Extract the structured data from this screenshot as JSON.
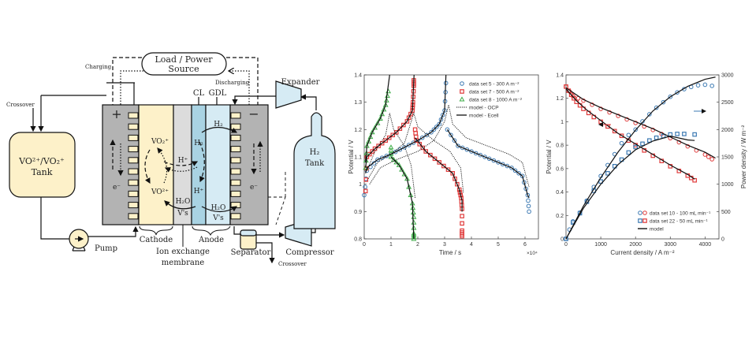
{
  "diagram": {
    "load": [
      "Load / Power",
      "Source"
    ],
    "charging": "Charging",
    "discharging": "Discharging",
    "crossover_left": "Crossover",
    "crossover_bottom": "Crossover",
    "tank": [
      "VO²⁺/VO₂⁺",
      "Tank"
    ],
    "plus": "+",
    "minus": "−",
    "electron": "e⁻",
    "vo2plus": "VO₂⁺",
    "vo2p": "VO²⁺",
    "hplus": "H⁺",
    "h2": "H₂",
    "h2o": "H₂O",
    "vs": "V's",
    "cl": "CL",
    "gdl": "GDL",
    "cathode": "Cathode",
    "anode": "Anode",
    "membrane": [
      "Ion exchange",
      "membrane"
    ],
    "pump": "Pump",
    "separator": "Separator",
    "compressor": "Compressor",
    "expander": "Expander",
    "h2_tank": [
      "H₂",
      "Tank"
    ]
  },
  "colors": {
    "blue": "#3d7ab3",
    "red": "#e03a3a",
    "green": "#3fae49",
    "yellow": "#fdf1c9",
    "lightblue": "#d6ebf4",
    "cl": "#a9d3e3",
    "gray": "#b3b3b3",
    "membrane": "#dcdcdc"
  },
  "chart_data": [
    {
      "type": "line",
      "xlabel": "Time / s",
      "ylabel": "Potential / V",
      "x_multiplier": "×10⁴",
      "xlim": [
        0,
        6.5
      ],
      "ylim": [
        0.8,
        1.4
      ],
      "xticks": [
        0,
        1,
        2,
        3,
        4,
        5,
        6
      ],
      "yticks": [
        0.8,
        0.9,
        1,
        1.1,
        1.2,
        1.3,
        1.4
      ],
      "ytick_labels": [
        "0.8",
        "0.9",
        "1",
        "1.1",
        "1.2",
        "1.3",
        "1.4"
      ],
      "legend_position": "top-right",
      "legend": [
        "data set 5 - 300 A m⁻²",
        "data set 7 - 500 A m⁻²",
        "data set 8 - 1000 A m⁻²",
        "model - OCP",
        "model - Ecell"
      ],
      "series": [
        {
          "name": "data set 5 - 300 A m⁻²",
          "marker": "circle",
          "color": "#3d7ab3",
          "charge": [
            [
              0.0,
              0.96
            ],
            [
              0.1,
              1.05
            ],
            [
              0.5,
              1.09
            ],
            [
              1,
              1.11
            ],
            [
              1.5,
              1.135
            ],
            [
              2,
              1.16
            ],
            [
              2.5,
              1.19
            ],
            [
              2.8,
              1.22
            ],
            [
              3,
              1.27
            ],
            [
              3.05,
              1.37
            ]
          ],
          "discharge": [
            [
              3.1,
              1.2
            ],
            [
              3.5,
              1.14
            ],
            [
              4,
              1.12
            ],
            [
              4.5,
              1.1
            ],
            [
              5,
              1.08
            ],
            [
              5.5,
              1.06
            ],
            [
              5.9,
              1.03
            ],
            [
              6.1,
              0.96
            ],
            [
              6.15,
              0.9
            ]
          ]
        },
        {
          "name": "data set 7 - 500 A m⁻²",
          "marker": "square",
          "color": "#e03a3a",
          "charge": [
            [
              0.05,
              0.975
            ],
            [
              0.1,
              1.1
            ],
            [
              0.4,
              1.13
            ],
            [
              0.8,
              1.16
            ],
            [
              1.2,
              1.19
            ],
            [
              1.6,
              1.23
            ],
            [
              1.8,
              1.27
            ],
            [
              1.82,
              1.3
            ],
            [
              1.85,
              1.36
            ],
            [
              1.85,
              1.38
            ]
          ],
          "discharge": [
            [
              1.9,
              1.2
            ],
            [
              1.95,
              1.16
            ],
            [
              2.3,
              1.12
            ],
            [
              2.8,
              1.08
            ],
            [
              3.3,
              1.04
            ],
            [
              3.55,
              0.98
            ],
            [
              3.62,
              0.95
            ],
            [
              3.65,
              0.91
            ],
            [
              3.65,
              0.83
            ],
            [
              3.65,
              0.81
            ]
          ]
        },
        {
          "name": "data set 8 - 1000 A m⁻²",
          "marker": "triangle",
          "color": "#3fae49",
          "charge": [
            [
              0.05,
              1.06
            ],
            [
              0.1,
              1.14
            ],
            [
              0.3,
              1.19
            ],
            [
              0.6,
              1.24
            ],
            [
              0.8,
              1.29
            ],
            [
              0.9,
              1.34
            ]
          ],
          "discharge": [
            [
              1.0,
              1.135
            ],
            [
              1.0,
              1.1
            ],
            [
              1.3,
              1.07
            ],
            [
              1.6,
              1.02
            ],
            [
              1.8,
              0.93
            ],
            [
              1.85,
              0.88
            ],
            [
              1.85,
              0.82
            ],
            [
              1.85,
              0.8
            ]
          ]
        }
      ],
      "model_ecell": [
        [
          [
            0.05,
            1.04
          ],
          [
            0.1,
            1.06
          ],
          [
            0.5,
            1.09
          ],
          [
            1,
            1.11
          ],
          [
            1.5,
            1.135
          ],
          [
            2,
            1.16
          ],
          [
            2.5,
            1.19
          ],
          [
            2.8,
            1.22
          ],
          [
            3,
            1.27
          ],
          [
            3.05,
            1.4
          ]
        ],
        [
          [
            3.1,
            1.2
          ],
          [
            3.5,
            1.14
          ],
          [
            4,
            1.12
          ],
          [
            4.5,
            1.1
          ],
          [
            5,
            1.08
          ],
          [
            5.5,
            1.06
          ],
          [
            5.9,
            1.03
          ],
          [
            6.1,
            0.96
          ],
          [
            6.15,
            0.95
          ]
        ],
        [
          [
            0.05,
            1.06
          ],
          [
            0.1,
            1.1
          ],
          [
            0.4,
            1.13
          ],
          [
            0.8,
            1.16
          ],
          [
            1.2,
            1.19
          ],
          [
            1.6,
            1.23
          ],
          [
            1.8,
            1.27
          ],
          [
            1.86,
            1.4
          ]
        ],
        [
          [
            1.9,
            1.17
          ],
          [
            2.3,
            1.12
          ],
          [
            2.8,
            1.08
          ],
          [
            3.3,
            1.04
          ],
          [
            3.55,
            0.98
          ],
          [
            3.65,
            0.94
          ],
          [
            3.65,
            0.9
          ]
        ],
        [
          [
            0.05,
            1.08
          ],
          [
            0.1,
            1.14
          ],
          [
            0.3,
            1.19
          ],
          [
            0.6,
            1.24
          ],
          [
            0.8,
            1.29
          ],
          [
            0.95,
            1.4
          ]
        ],
        [
          [
            1.0,
            1.1
          ],
          [
            1.3,
            1.07
          ],
          [
            1.6,
            1.02
          ],
          [
            1.8,
            0.93
          ],
          [
            1.85,
            0.8
          ]
        ]
      ],
      "model_ocp": [
        [
          [
            0.2,
            1.0
          ],
          [
            0.6,
            1.06
          ],
          [
            1.2,
            1.09
          ],
          [
            2,
            1.12
          ],
          [
            2.6,
            1.16
          ],
          [
            3.0,
            1.23
          ],
          [
            3.15,
            1.29
          ],
          [
            3.3,
            1.22
          ],
          [
            3.8,
            1.17
          ],
          [
            4.6,
            1.14
          ],
          [
            5.4,
            1.11
          ],
          [
            5.9,
            1.08
          ],
          [
            6.15,
            0.99
          ]
        ],
        [
          [
            0.15,
            1.02
          ],
          [
            0.5,
            1.08
          ],
          [
            1.0,
            1.11
          ],
          [
            1.5,
            1.15
          ],
          [
            1.85,
            1.26
          ],
          [
            2.0,
            1.21
          ],
          [
            2.6,
            1.16
          ],
          [
            3.2,
            1.12
          ],
          [
            3.6,
            1.06
          ],
          [
            3.7,
            0.97
          ]
        ],
        [
          [
            0.1,
            1.05
          ],
          [
            0.4,
            1.12
          ],
          [
            0.8,
            1.18
          ],
          [
            0.95,
            1.26
          ],
          [
            1.1,
            1.2
          ],
          [
            1.5,
            1.14
          ],
          [
            1.75,
            1.07
          ],
          [
            1.9,
            0.95
          ]
        ]
      ]
    },
    {
      "type": "scatter",
      "xlabel": "Current density / A m⁻²",
      "ylabel": "Potential / V",
      "ylabel_right": "Power density / W m⁻²",
      "xlim": [
        0,
        4400
      ],
      "ylim": [
        0,
        1.4
      ],
      "ylim_right": [
        0,
        3000
      ],
      "xticks": [
        0,
        1000,
        2000,
        3000,
        4000
      ],
      "yticks": [
        0,
        0.2,
        0.4,
        0.6,
        0.8,
        1,
        1.2,
        1.4
      ],
      "ytick_labels": [
        "0",
        "0.2",
        "0.4",
        "0.6",
        "0.8",
        "1",
        "1.2",
        "1.4"
      ],
      "yticks_right": [
        0,
        500,
        1000,
        1500,
        2000,
        2500,
        3000
      ],
      "legend_position": "bottom-right",
      "legend": [
        "data set 10 - 100 mL min⁻¹",
        "data set 22 - 50 mL min⁻¹",
        "model"
      ],
      "potential": {
        "set10": [
          [
            0,
            1.3
          ],
          [
            200,
            1.22
          ],
          [
            500,
            1.18
          ],
          [
            1000,
            1.11
          ],
          [
            1500,
            1.05
          ],
          [
            2000,
            0.99
          ],
          [
            2500,
            0.93
          ],
          [
            3000,
            0.86
          ],
          [
            3500,
            0.79
          ],
          [
            4000,
            0.72
          ],
          [
            4200,
            0.68
          ]
        ],
        "set22": [
          [
            0,
            1.3
          ],
          [
            150,
            1.23
          ],
          [
            300,
            1.17
          ],
          [
            500,
            1.11
          ],
          [
            800,
            1.04
          ],
          [
            1200,
            0.96
          ],
          [
            1600,
            0.88
          ],
          [
            2000,
            0.8
          ],
          [
            2500,
            0.71
          ],
          [
            3000,
            0.62
          ],
          [
            3500,
            0.54
          ],
          [
            3700,
            0.5
          ]
        ],
        "model10": [
          [
            0,
            1.29
          ],
          [
            500,
            1.19
          ],
          [
            1000,
            1.12
          ],
          [
            1500,
            1.06
          ],
          [
            2000,
            1.0
          ],
          [
            2500,
            0.94
          ],
          [
            3000,
            0.87
          ],
          [
            3500,
            0.8
          ],
          [
            4000,
            0.74
          ],
          [
            4300,
            0.69
          ]
        ],
        "model22": [
          [
            0,
            1.28
          ],
          [
            300,
            1.18
          ],
          [
            600,
            1.1
          ],
          [
            1000,
            1.01
          ],
          [
            1500,
            0.9
          ],
          [
            2000,
            0.81
          ],
          [
            2500,
            0.72
          ],
          [
            3000,
            0.63
          ],
          [
            3500,
            0.55
          ],
          [
            3700,
            0.51
          ]
        ]
      },
      "power": {
        "set10": [
          [
            0,
            0
          ],
          [
            100,
            170
          ],
          [
            200,
            320
          ],
          [
            400,
            480
          ],
          [
            600,
            700
          ],
          [
            800,
            950
          ],
          [
            1000,
            1150
          ],
          [
            1200,
            1350
          ],
          [
            1400,
            1550
          ],
          [
            1600,
            1750
          ],
          [
            1800,
            1900
          ],
          [
            2000,
            2000
          ],
          [
            2200,
            2150
          ],
          [
            2400,
            2280
          ],
          [
            2600,
            2400
          ],
          [
            2800,
            2500
          ],
          [
            3000,
            2600
          ],
          [
            3200,
            2680
          ],
          [
            3400,
            2740
          ],
          [
            3600,
            2780
          ],
          [
            3800,
            2810
          ],
          [
            4000,
            2820
          ],
          [
            4200,
            2800
          ]
        ],
        "set22": [
          [
            0,
            0
          ],
          [
            200,
            300
          ],
          [
            400,
            470
          ],
          [
            600,
            680
          ],
          [
            800,
            880
          ],
          [
            1000,
            1050
          ],
          [
            1200,
            1200
          ],
          [
            1400,
            1330
          ],
          [
            1600,
            1450
          ],
          [
            1800,
            1580
          ],
          [
            2000,
            1680
          ],
          [
            2200,
            1740
          ],
          [
            2400,
            1800
          ],
          [
            2600,
            1850
          ],
          [
            2800,
            1880
          ],
          [
            3000,
            1910
          ],
          [
            3200,
            1920
          ],
          [
            3400,
            1920
          ],
          [
            3700,
            1910
          ]
        ],
        "model10": [
          [
            0,
            0
          ],
          [
            500,
            600
          ],
          [
            1000,
            1120
          ],
          [
            1500,
            1590
          ],
          [
            2000,
            1990
          ],
          [
            2500,
            2340
          ],
          [
            3000,
            2600
          ],
          [
            3500,
            2790
          ],
          [
            4000,
            2920
          ],
          [
            4300,
            2960
          ]
        ],
        "model22": [
          [
            0,
            0
          ],
          [
            500,
            560
          ],
          [
            1000,
            1000
          ],
          [
            1500,
            1360
          ],
          [
            2000,
            1630
          ],
          [
            2500,
            1790
          ],
          [
            3000,
            1880
          ],
          [
            3500,
            1810
          ],
          [
            3700,
            1800
          ]
        ]
      }
    }
  ]
}
